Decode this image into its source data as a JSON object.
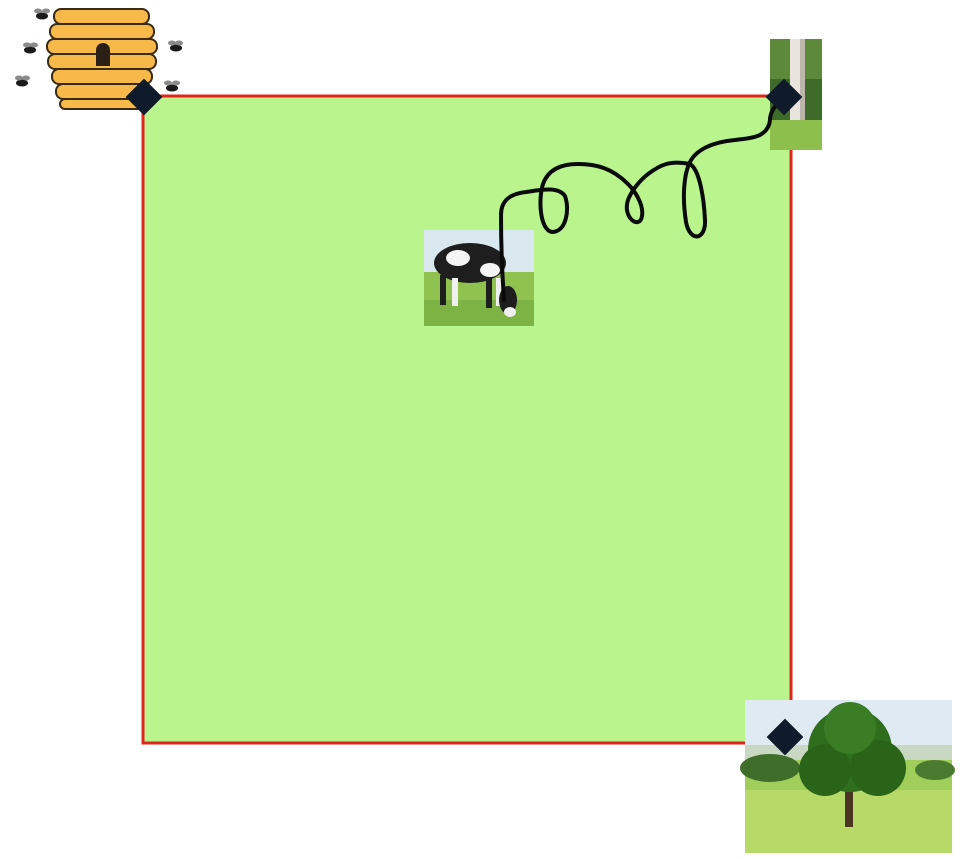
{
  "colors": {
    "field_fill": "#b9f48c",
    "field_border": "#e0261b",
    "corner_marker": "#0f1a2a",
    "rope": "#0a0a0a",
    "hive": "#f6b94a",
    "hive_outline": "#3a2a12",
    "sky": "#dfeaf2",
    "grass": "#9fcf5a",
    "foliage": "#2f6e1c"
  },
  "icons": {
    "beehive": "beehive-icon",
    "bee": "bee-icon",
    "cow": "cow-photo",
    "tree": "tree-photo",
    "post": "fence-post-photo",
    "marker": "diamond-marker-icon"
  },
  "field": {
    "shape": "square",
    "corners": [
      "beehive",
      "fence-post",
      "tree"
    ]
  }
}
